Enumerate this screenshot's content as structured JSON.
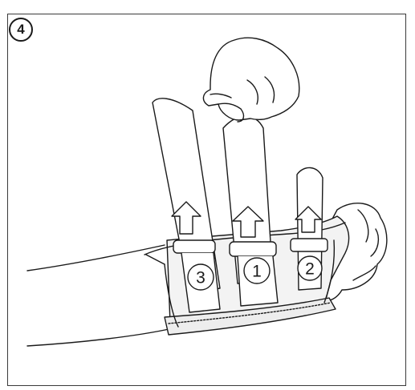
{
  "step": {
    "number": "4"
  },
  "straps": [
    {
      "number": "3"
    },
    {
      "number": "1"
    },
    {
      "number": "2"
    }
  ],
  "colors": {
    "line": "#1a1a1a",
    "fill": "#ffffff",
    "shade": "#e9e9e9"
  },
  "icons": [
    "up-arrow-icon",
    "hand-icon"
  ]
}
